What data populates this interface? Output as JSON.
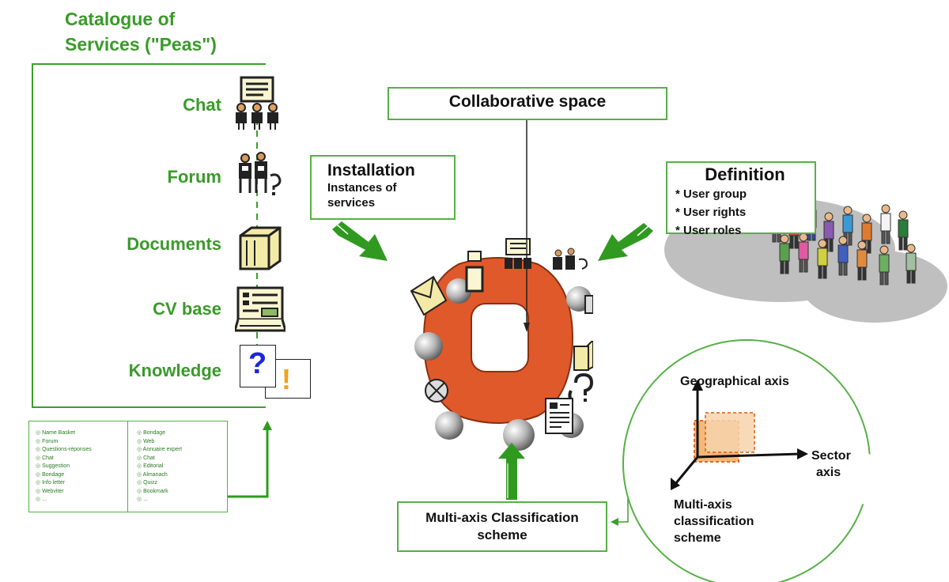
{
  "catalogue": {
    "title_line1": "Catalogue of",
    "title_line2": "Services (\"Peas\")",
    "services": [
      {
        "label": "Chat",
        "icon": "chat-icon"
      },
      {
        "label": "Forum",
        "icon": "forum-icon"
      },
      {
        "label": "Documents",
        "icon": "documents-icon"
      },
      {
        "label": "CV base",
        "icon": "cv-base-icon"
      },
      {
        "label": "Knowledge",
        "icon": "knowledge-icon"
      }
    ],
    "knowledge_glyphs": {
      "question": "?",
      "exclaim": "!"
    }
  },
  "mini_list": {
    "column1": [
      "Name Basket",
      "Forum",
      "Questions-réponses",
      "Chat",
      "Suggestion",
      "Bondage",
      "Info letter",
      "Webviter",
      "..."
    ],
    "column2": [
      "Bondage",
      "Web",
      "Annuaire expert",
      "Chat",
      "Editorial",
      "Almanach",
      "Quizz",
      "Bookmark",
      "..."
    ]
  },
  "collaborative_space": {
    "title": "Collaborative space"
  },
  "installation": {
    "title": "Installation",
    "subtitle_line1": "Instances of",
    "subtitle_line2": "services"
  },
  "definition": {
    "title": "Definition",
    "items": [
      "* User group",
      "* User rights",
      "* User roles"
    ]
  },
  "classification_box": {
    "line1": "Multi-axis Classification",
    "line2": "scheme"
  },
  "axes": {
    "geographical": "Geographical axis",
    "sector_line1": "Sector",
    "sector_line2": "axis",
    "multi_line1": "Multi-axis",
    "multi_line2": "classification",
    "multi_line3": "scheme"
  },
  "colors": {
    "green": "#3a9a2a",
    "arrow_green": "#2f9a1f",
    "hub_orange": "#e0592a",
    "cube_orange": "#f6a14a"
  }
}
